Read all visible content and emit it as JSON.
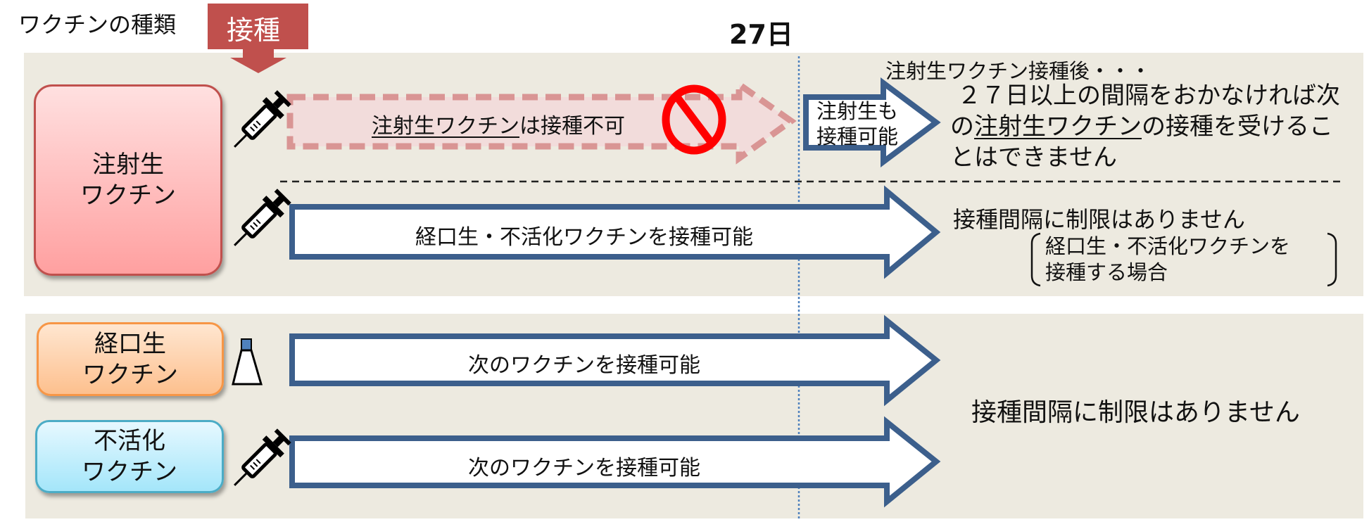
{
  "header": {
    "vaccine_types_label": "ワクチンの種類",
    "vaccination_badge": "接種",
    "day_marker": "27日"
  },
  "colors": {
    "badge": "#c0504d",
    "panel": "#edeae0",
    "arrow_border": "#3c5f8c",
    "prohibited": "#ff0000",
    "dashed_arrow": "#d99594"
  },
  "rows": {
    "injectable": {
      "type_line1": "注射生",
      "type_line2": "ワクチン",
      "icon": "syringe-icon",
      "blocked_arrow": {
        "underlined": "注射生ワクチン",
        "rest": "は接種不可",
        "icon": "prohibited-icon"
      },
      "after_arrow": {
        "line1": "注射生も",
        "line2": "接種可能"
      },
      "note_heading": "注射生ワクチン接種後・・・",
      "note_line1": "２７日以上の間隔をおかなければ次",
      "note_line2_pre": "の",
      "note_line2_underlined": "注射生ワクチン",
      "note_line2_post": "の接種を受けるこ",
      "note_line3": "とはできません",
      "other_arrow": "経口生・不活化ワクチンを接種可能",
      "other_note": "接種間隔に制限はありません",
      "other_sub_line1": "経口生・不活化ワクチンを",
      "other_sub_line2": "接種する場合"
    },
    "oral": {
      "type_line1": "経口生",
      "type_line2": "ワクチン",
      "icon": "oral-vaccine-bottle-icon",
      "arrow": "次のワクチンを接種可能"
    },
    "inactivated": {
      "type_line1": "不活化",
      "type_line2": "ワクチン",
      "icon": "syringe-icon",
      "arrow": "次のワクチンを接種可能"
    },
    "shared_note": "接種間隔に制限はありません"
  }
}
